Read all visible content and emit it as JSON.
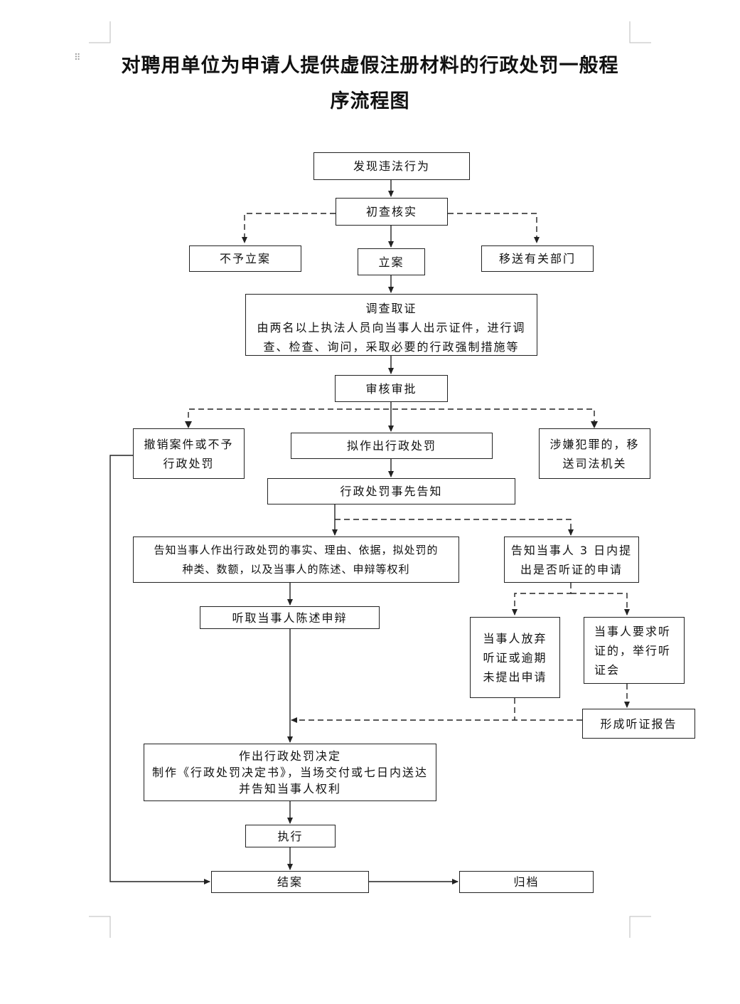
{
  "title": {
    "line1": "对聘用单位为申请人提供虚假注册材料的行政处罚一般程",
    "line2": "序流程图"
  },
  "nodes": {
    "discover": "发现违法行为",
    "initial_check": "初查核实",
    "no_case": "不予立案",
    "file_case": "立案",
    "transfer_dept": "移送有关部门",
    "investigate": {
      "title": "调查取证",
      "line1": "由两名以上执法人员向当事人出示证件，进行调",
      "line2": "查、检查、询问，采取必要的行政强制措施等"
    },
    "review": "审核审批",
    "revoke": {
      "line1": "撤销案件或不予",
      "line2": "行政处罚"
    },
    "propose_penalty": "拟作出行政处罚",
    "crime": {
      "line1": "涉嫌犯罪的，移",
      "line2": "送司法机关"
    },
    "prior_notice": "行政处罚事先告知",
    "notify_facts": {
      "line1": "告知当事人作出行政处罚的事实、理由、依据，拟处罚的",
      "line2": "种类、数额，以及当事人的陈述、申辩等权利"
    },
    "notify_hearing": {
      "line1": "告知当事人 3 日内提",
      "line2": "出是否听证的申请"
    },
    "hear_statement": "听取当事人陈述申辩",
    "waive_hearing": {
      "line1": "当事人放弃",
      "line2": "听证或逾期",
      "line3": "未提出申请"
    },
    "request_hearing": {
      "line1": "当事人要求听",
      "line2": "证的，举行听",
      "line3": "证会"
    },
    "hearing_report": "形成听证报告",
    "decision": {
      "title": "作出行政处罚决定",
      "line1": "制作《行政处罚决定书》，当场交付或七日内送达",
      "line2": "并告知当事人权利"
    },
    "execute": "执行",
    "close_case": "结案",
    "archive": "归档"
  }
}
